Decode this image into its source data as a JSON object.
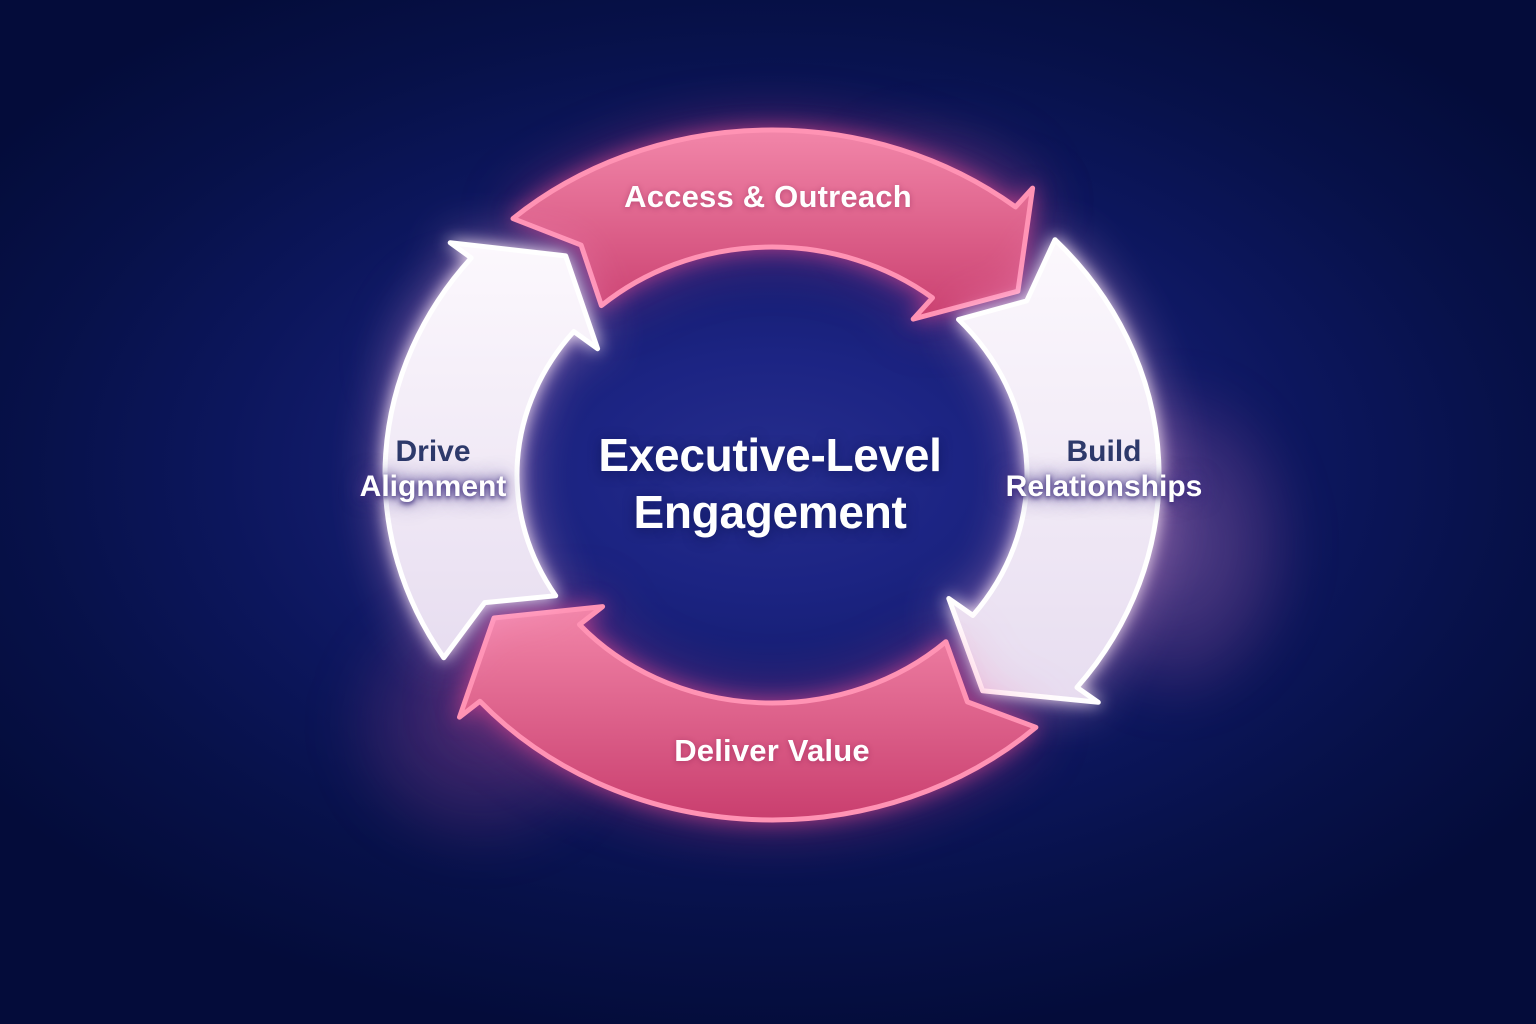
{
  "diagram": {
    "center_title": {
      "line1": "Executive-Level",
      "line2": "Engagement"
    },
    "segments": [
      {
        "id": "access-outreach",
        "position": "top",
        "style": "pink",
        "label": "Access & Outreach"
      },
      {
        "id": "build-relationships",
        "position": "right",
        "style": "white",
        "label_line1": "Build",
        "label_line2": "Relationships"
      },
      {
        "id": "deliver-value",
        "position": "bottom",
        "style": "pink",
        "label": "Deliver Value"
      },
      {
        "id": "drive-alignment",
        "position": "left",
        "style": "white",
        "label_line1": "Drive",
        "label_line2": "Alignment"
      }
    ],
    "colors": {
      "background_center": "#232a86",
      "background_edge": "#040c3a",
      "pink_arrow_light": "#f286a9",
      "pink_arrow_deep": "#c93e6e",
      "pink_arrow_stroke": "#ff93b4",
      "white_arrow_light": "#fcf8fd",
      "white_arrow_shade": "#e7ddf0",
      "white_arrow_stroke": "#ffffff",
      "dark_label_text": "#2e3a6b",
      "light_label_text": "#ffffff",
      "glow_pink": "#ff5a96"
    }
  }
}
